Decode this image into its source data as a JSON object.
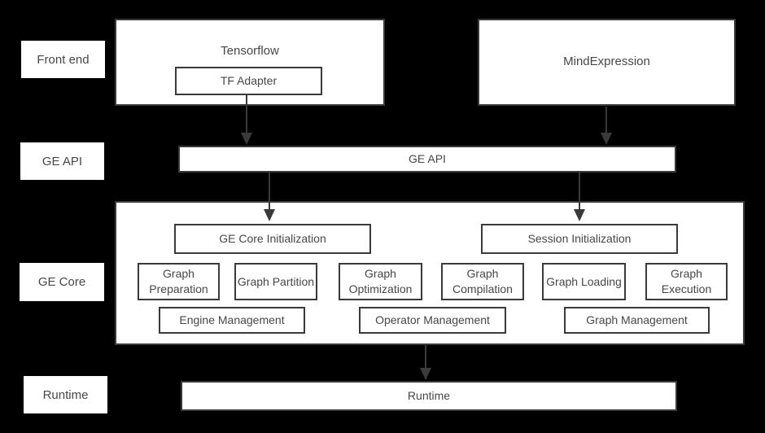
{
  "colors": {
    "background": "#000000",
    "box_fill": "#ffffff",
    "border": "#3a3a3a",
    "text": "#474747",
    "arrow": "#3a3a3a"
  },
  "side_labels": {
    "front_end": "Front end",
    "ge_api": "GE API",
    "ge_core": "GE Core",
    "runtime": "Runtime"
  },
  "front_end": {
    "tensorflow_title": "Tensorflow",
    "tf_adapter": "TF Adapter",
    "mind_expression": "MindExpression"
  },
  "ge_api_bar": "GE API",
  "ge_core": {
    "ge_core_initialization": "GE Core Initialization",
    "session_initialization": "Session Initialization",
    "graph_preparation": "Graph Preparation",
    "graph_partition": "Graph Partition",
    "graph_optimization": "Graph Optimization",
    "graph_compilation": "Graph Compilation",
    "graph_loading": "Graph Loading",
    "graph_execution": "Graph Execution",
    "engine_management": "Engine Management",
    "operator_management": "Operator Management",
    "graph_management": "Graph Management"
  },
  "runtime_bar": "Runtime"
}
